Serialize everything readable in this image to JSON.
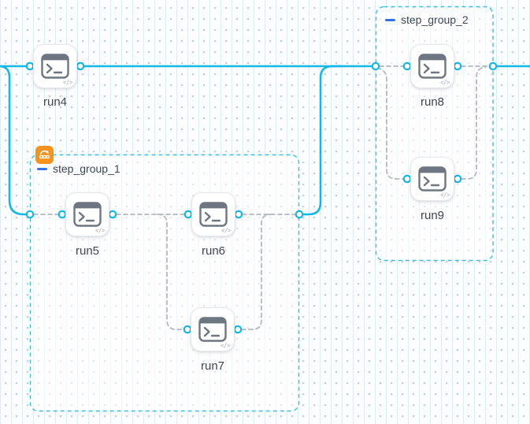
{
  "nodes": [
    {
      "label": "run4"
    },
    {
      "label": "run5"
    },
    {
      "label": "run6"
    },
    {
      "label": "run7"
    },
    {
      "label": "run8"
    },
    {
      "label": "run9"
    }
  ],
  "groups": [
    {
      "label": "step_group_1",
      "has_loop_badge": true
    },
    {
      "label": "step_group_2",
      "has_loop_badge": false
    }
  ],
  "icons": {
    "node_icon": "terminal-window",
    "node_badge_glyph": "</>",
    "group_badge": "loop-steps",
    "collapse_control": "minus-dash"
  },
  "colors": {
    "flow_line": "#12b8e8",
    "dashed_edge": "#b3b8c2",
    "group_border": "#3ac0e6",
    "collapse_dash": "#2e73e8",
    "loop_badge": "#f6921e",
    "node_icon_stroke": "#6e7681",
    "label_text": "#3f4551"
  }
}
